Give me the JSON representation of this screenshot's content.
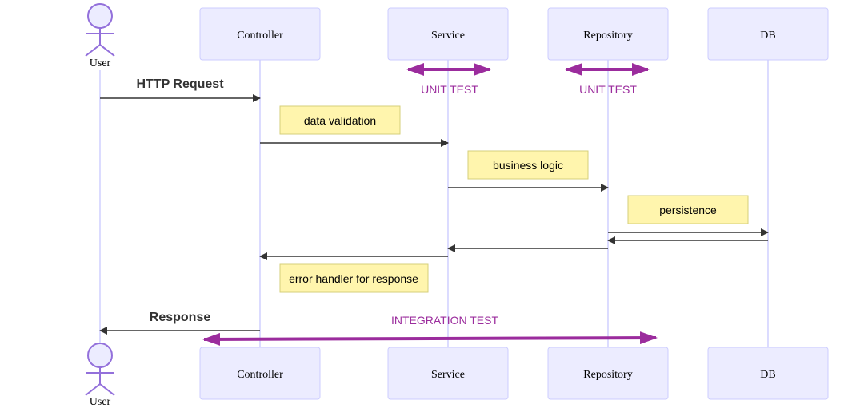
{
  "diagram": {
    "type": "sequence",
    "actor": {
      "label": "User"
    },
    "participants": [
      {
        "id": "controller",
        "label": "Controller"
      },
      {
        "id": "service",
        "label": "Service"
      },
      {
        "id": "repository",
        "label": "Repository"
      },
      {
        "id": "db",
        "label": "DB"
      }
    ],
    "messages": [
      {
        "from": "User",
        "to": "Controller",
        "label": "HTTP Request"
      },
      {
        "from": "Controller",
        "to": "Service",
        "label": ""
      },
      {
        "from": "Service",
        "to": "Repository",
        "label": ""
      },
      {
        "from": "Repository",
        "to": "DB",
        "label": ""
      },
      {
        "from": "DB",
        "to": "Repository",
        "label": ""
      },
      {
        "from": "Repository",
        "to": "Service",
        "label": ""
      },
      {
        "from": "Service",
        "to": "Controller",
        "label": ""
      },
      {
        "from": "Controller",
        "to": "User",
        "label": "Response"
      }
    ],
    "notes": [
      {
        "text": "data validation"
      },
      {
        "text": "business logic"
      },
      {
        "text": "persistence"
      },
      {
        "text": "error handler for response"
      }
    ],
    "tests": [
      {
        "label": "UNIT TEST",
        "spans": "Service"
      },
      {
        "label": "UNIT TEST",
        "spans": "Repository"
      },
      {
        "label": "INTEGRATION TEST",
        "spans": "Controller to Repository"
      }
    ],
    "colors": {
      "participant_fill": "#ECECFF",
      "participant_border": "#CCCCFF",
      "note_fill": "#FFF5AD",
      "test_color": "#9B2C9D",
      "message_color": "#333333"
    }
  }
}
